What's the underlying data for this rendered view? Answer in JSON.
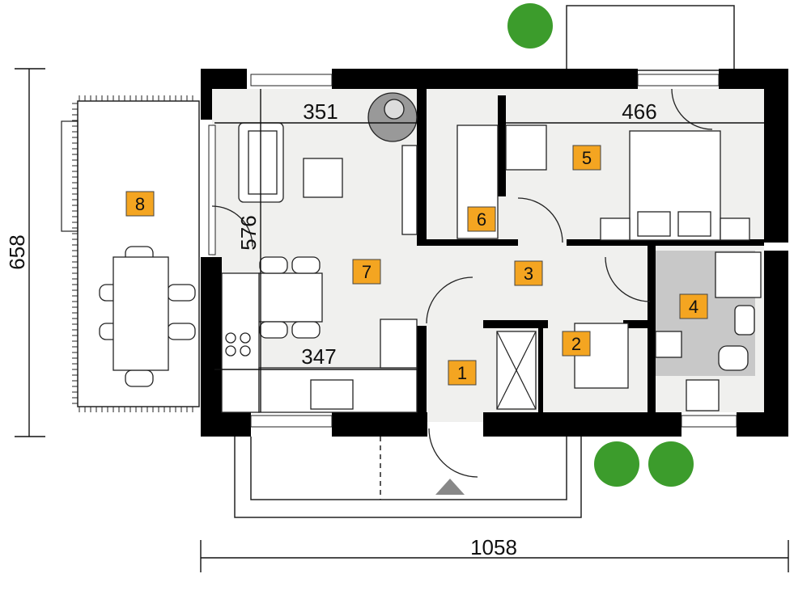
{
  "dimensions": {
    "overall_width": "1058",
    "overall_depth": "658",
    "living_width": "351",
    "bedroom_width": "466",
    "kitchen_width": "347",
    "living_depth": "576"
  },
  "rooms": [
    {
      "number": "1"
    },
    {
      "number": "2"
    },
    {
      "number": "3"
    },
    {
      "number": "4"
    },
    {
      "number": "5"
    },
    {
      "number": "6"
    },
    {
      "number": "7"
    },
    {
      "number": "8"
    }
  ],
  "colors": {
    "wall": "#000000",
    "floor": "#f0f0ee",
    "bathroom_floor": "#c8c8c8",
    "room_label_bg": "#f4a521",
    "tree": "#3c9c2c"
  }
}
